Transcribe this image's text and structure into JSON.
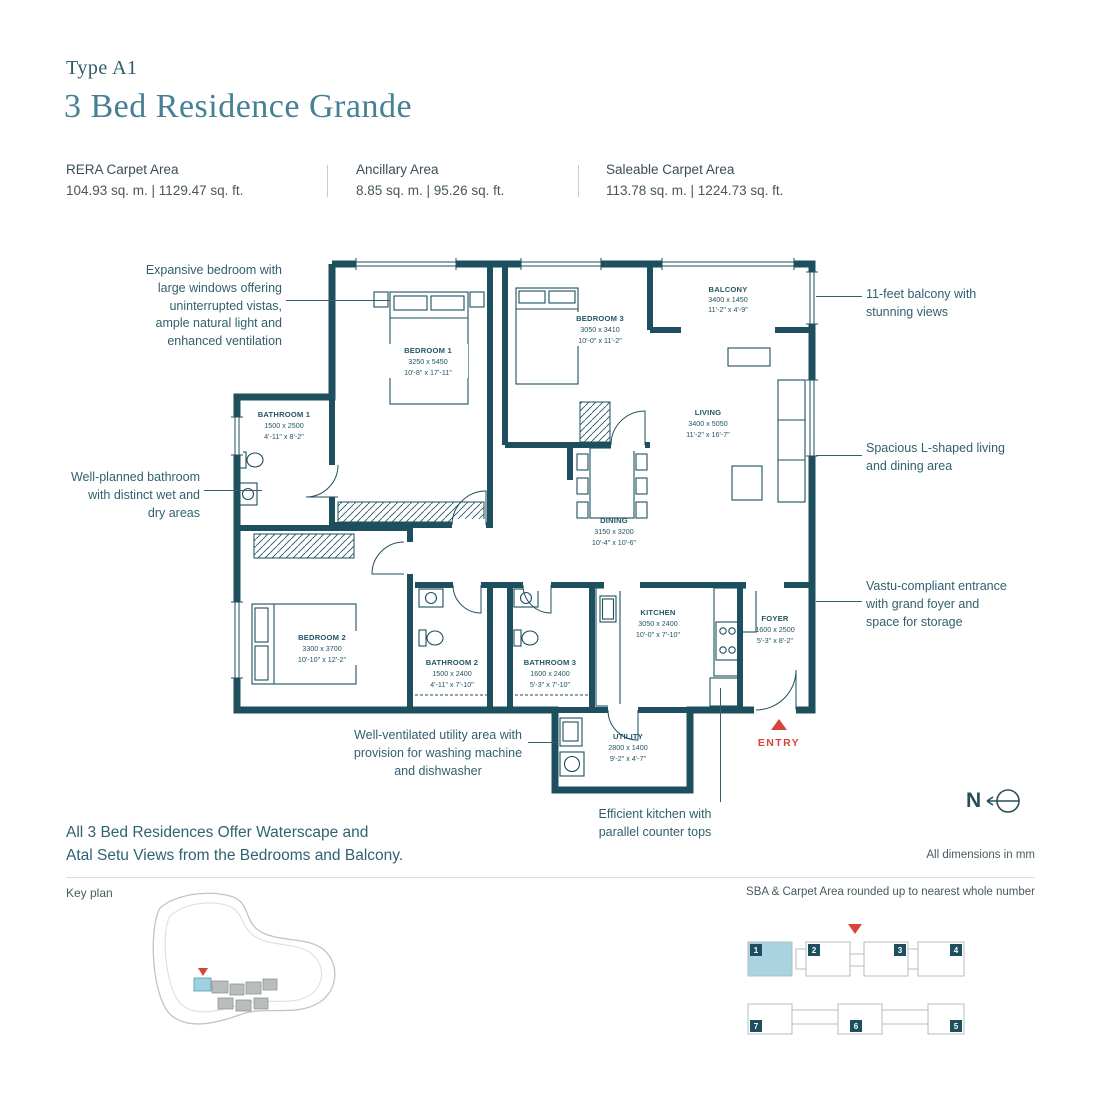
{
  "header": {
    "type_label": "Type A1",
    "title": "3 Bed Residence Grande"
  },
  "areas": [
    {
      "label": "RERA Carpet Area",
      "value": "104.93 sq. m. | 1129.47 sq. ft."
    },
    {
      "label": "Ancillary Area",
      "value": "8.85 sq. m. | 95.26 sq. ft."
    },
    {
      "label": "Saleable Carpet Area",
      "value": "113.78 sq. m. | 1224.73 sq. ft."
    }
  ],
  "rooms": {
    "bedroom1": {
      "name": "BEDROOM 1",
      "mm": "3250 x 5450",
      "ft": "10'-8\" x 17'-11\""
    },
    "bedroom2": {
      "name": "BEDROOM 2",
      "mm": "3300 x 3700",
      "ft": "10'-10\" x 12'-2\""
    },
    "bedroom3": {
      "name": "BEDROOM 3",
      "mm": "3050 x 3410",
      "ft": "10'-0\" x 11'-2\""
    },
    "balcony": {
      "name": "BALCONY",
      "mm": "3400 x 1450",
      "ft": "11'-2\" x 4'-9\""
    },
    "living": {
      "name": "LIVING",
      "mm": "3400 x 5050",
      "ft": "11'-2\" x 16'-7\""
    },
    "dining": {
      "name": "DINING",
      "mm": "3150 x 3200",
      "ft": "10'-4\" x 10'-6\""
    },
    "bathroom1": {
      "name": "BATHROOM 1",
      "mm": "1500 x 2500",
      "ft": "4'-11\" x 8'-2\""
    },
    "bathroom2": {
      "name": "BATHROOM 2",
      "mm": "1500 x 2400",
      "ft": "4'-11\" x 7'-10\""
    },
    "bathroom3": {
      "name": "BATHROOM 3",
      "mm": "1600 x 2400",
      "ft": "5'-3\" x 7'-10\""
    },
    "kitchen": {
      "name": "KITCHEN",
      "mm": "3050 x 2400",
      "ft": "10'-0\" x 7'-10\""
    },
    "foyer": {
      "name": "FOYER",
      "mm": "1600 x 2500",
      "ft": "5'-3\" x 8'-2\""
    },
    "utility": {
      "name": "UTILITY",
      "mm": "2800 x 1400",
      "ft": "9'-2\" x 4'-7\""
    }
  },
  "annotations": {
    "bedroom": "Expansive bedroom with large windows offering uninterrupted vistas, ample natural light and enhanced ventilation",
    "balcony": "11-feet balcony with stunning views",
    "bathroom": "Well-planned bathroom with distinct wet and dry areas",
    "living": "Spacious L-shaped living and dining area",
    "entrance": "Vastu-compliant entrance with grand foyer and space for storage",
    "utility": "Well-ventilated utility area with provision for washing machine and dishwasher",
    "kitchen": "Efficient kitchen with parallel counter tops"
  },
  "entry": {
    "label": "ENTRY"
  },
  "north": {
    "label": "N"
  },
  "footer": {
    "tagline1": "All 3 Bed Residences Offer Waterscape and",
    "tagline2": "Atal Setu Views from the Bedrooms and Balcony.",
    "dims_note": "All dimensions in mm",
    "key_plan": "Key plan",
    "rounding_note": "SBA & Carpet Area rounded up to nearest whole number"
  },
  "tower": {
    "numbers": [
      "1",
      "2",
      "3",
      "4",
      "7",
      "6",
      "5"
    ]
  },
  "colors": {
    "wall": "#1d4f5e",
    "accent_red": "#d6453b",
    "highlight_blue": "#a9d3e0",
    "title_teal": "#458094"
  }
}
